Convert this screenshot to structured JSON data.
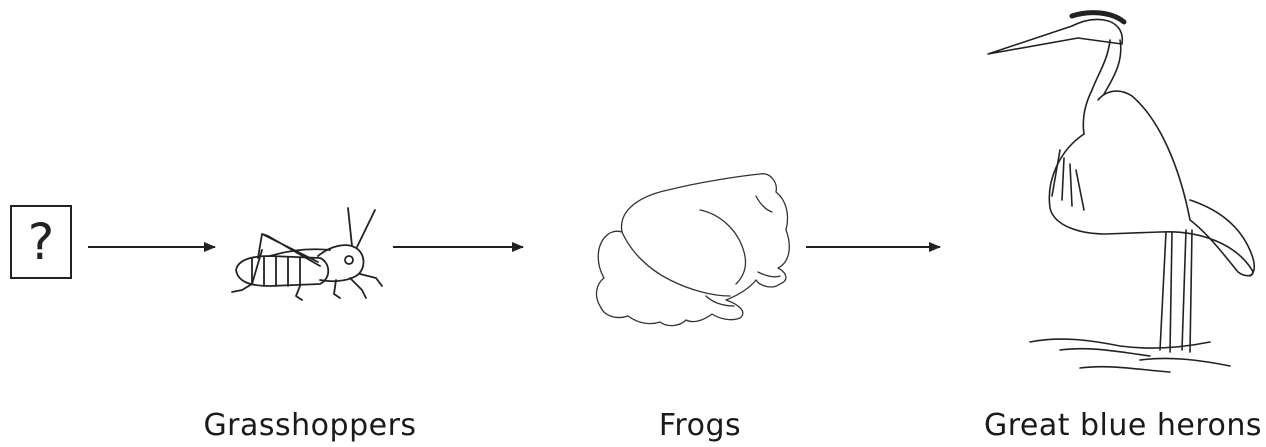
{
  "diagram": {
    "unknown_box": {
      "text": "?"
    },
    "organisms": [
      {
        "id": "grasshoppers",
        "label": "Grasshoppers",
        "icon": "grasshopper-icon"
      },
      {
        "id": "frogs",
        "label": "Frogs",
        "icon": "frog-icon"
      },
      {
        "id": "herons",
        "label": "Great blue herons",
        "icon": "heron-icon"
      }
    ],
    "colors": {
      "line": "#222222",
      "background": "#ffffff"
    }
  }
}
